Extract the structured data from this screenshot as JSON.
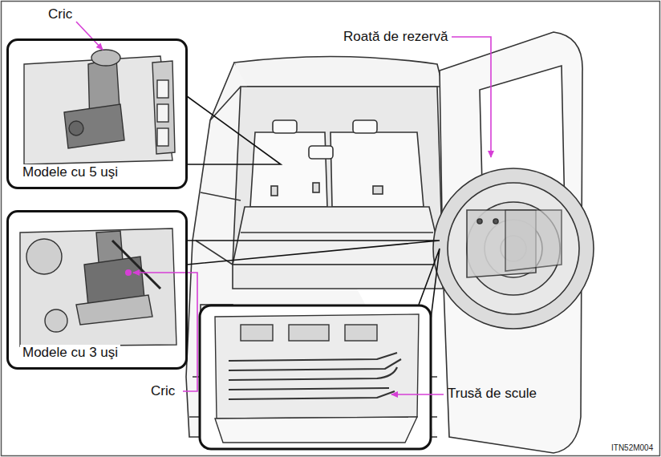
{
  "diagram": {
    "nodes": [
      {
        "text": [
          "Modele cu 5 uşi"
        ]
      },
      {
        "text": [
          "Modele cu 3 uşi"
        ]
      }
    ],
    "labels": [
      "Cric",
      "Roată de rezervă",
      "Cric",
      "Trusă de scule",
      "ITN52M004"
    ]
  }
}
